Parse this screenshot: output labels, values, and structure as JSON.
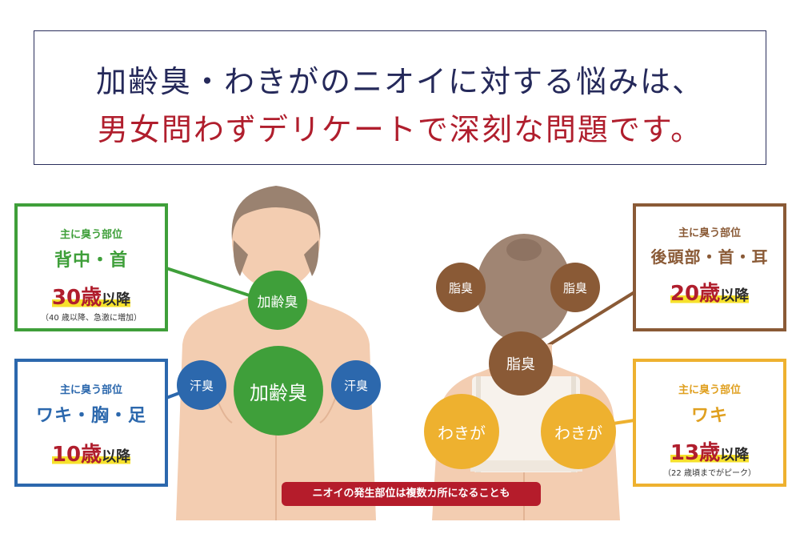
{
  "headline": {
    "line1": "加齢臭・わきがのニオイに対する悩みは、",
    "line2": "男女問わずデリケートで深刻な問題です。"
  },
  "male_figure": {
    "circles": {
      "neck": "加齢臭",
      "back": "加齢臭",
      "left_armpit": "汗臭",
      "right_armpit": "汗臭"
    }
  },
  "female_figure": {
    "circles": {
      "head_left": "脂臭",
      "head_right": "脂臭",
      "nape": "脂臭",
      "armpit_left": "わきが",
      "armpit_right": "わきが"
    }
  },
  "boxes": {
    "kareishu": {
      "label": "主に臭う部位",
      "parts": "背中・首",
      "age_num": "30歳",
      "age_unit": "以降",
      "note": "（40 歳以降、急激に増加）"
    },
    "aseshu": {
      "label": "主に臭う部位",
      "parts": "ワキ・胸・足",
      "age_num": "10歳",
      "age_unit": "以降"
    },
    "aburashu": {
      "label": "主に臭う部位",
      "parts": "後頭部・首・耳",
      "age_num": "20歳",
      "age_unit": "以降"
    },
    "wakiga": {
      "label": "主に臭う部位",
      "parts": "ワキ",
      "age_num": "13歳",
      "age_unit": "以降",
      "note": "（22 歳頃までがピーク）"
    }
  },
  "banner": "ニオイの発生部位は複数カ所になることも",
  "colors": {
    "navy": "#25295a",
    "red": "#b01e2d",
    "green": "#3f9f3a",
    "blue": "#2c68ad",
    "brown": "#8a5a36",
    "yellow": "#eeb12f",
    "skin": "#f3cdb1"
  }
}
